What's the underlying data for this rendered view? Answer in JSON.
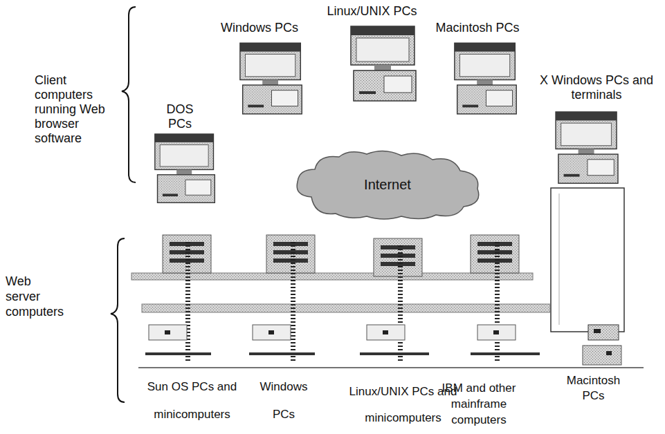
{
  "diagram": {
    "nodes": [
      {
        "text": [
          "Internet"
        ]
      }
    ],
    "labels": [
      "Client computers running Web browser software",
      "DOS PCs",
      "Windows PCs",
      "Linux/UNIX PCs",
      "Macintosh PCs",
      "X Windows PCs and terminals",
      "Web server computers",
      "Sun OS PCs and minicomputers",
      "Windows PCs",
      "Linux/UNIX PCs and minicomputers",
      "IBM and other mainframe computers",
      "Macintosh PCs"
    ]
  }
}
